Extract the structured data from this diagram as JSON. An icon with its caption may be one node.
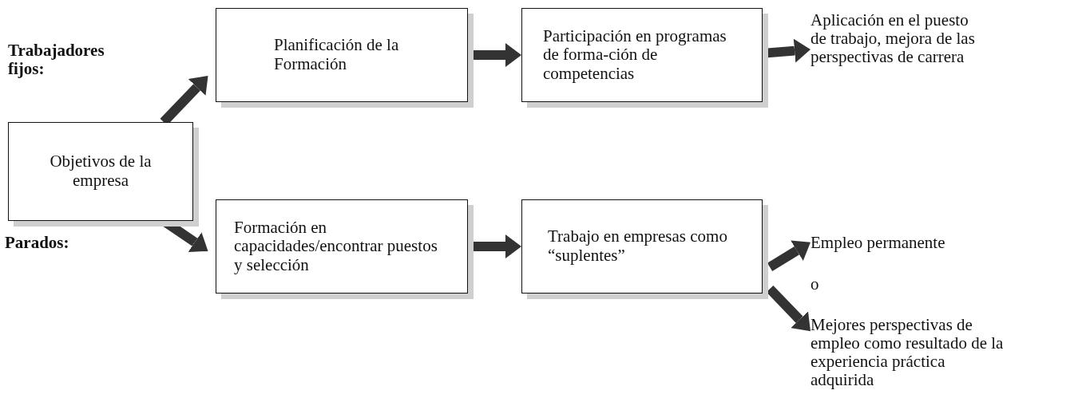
{
  "diagram": {
    "nodes": [
      {
        "text": [
          "Objetivos de la empresa"
        ]
      },
      {
        "text": [
          "Planificación de la Formación"
        ]
      },
      {
        "text": [
          "Participación en programas de forma-ción de competencias"
        ]
      },
      {
        "text": [
          "Aplicación en el puesto de trabajo, mejora de las perspectivas de carrera"
        ]
      },
      {
        "text": [
          "Formación en capacidades/encontrar puestos y selección"
        ]
      },
      {
        "text": [
          "Trabajo en empresas como “suplentes”"
        ]
      },
      {
        "text": [
          "Empleo permanente"
        ]
      },
      {
        "text": [
          "Mejores perspectivas de empleo como resultado de la experiencia práctica adquirida"
        ]
      }
    ],
    "edges": [
      {
        "from": 0,
        "to": 1,
        "arrow": "to"
      },
      {
        "from": 1,
        "to": 2,
        "arrow": "to"
      },
      {
        "from": 2,
        "to": 3,
        "arrow": "to"
      },
      {
        "from": 0,
        "to": 4,
        "arrow": "to"
      },
      {
        "from": 4,
        "to": 5,
        "arrow": "to"
      },
      {
        "from": 5,
        "to": 6,
        "arrow": "to"
      },
      {
        "from": 5,
        "to": 7,
        "arrow": "to"
      }
    ],
    "labels": [
      "Trabajadores fijos:",
      "Parados:",
      "o"
    ]
  }
}
